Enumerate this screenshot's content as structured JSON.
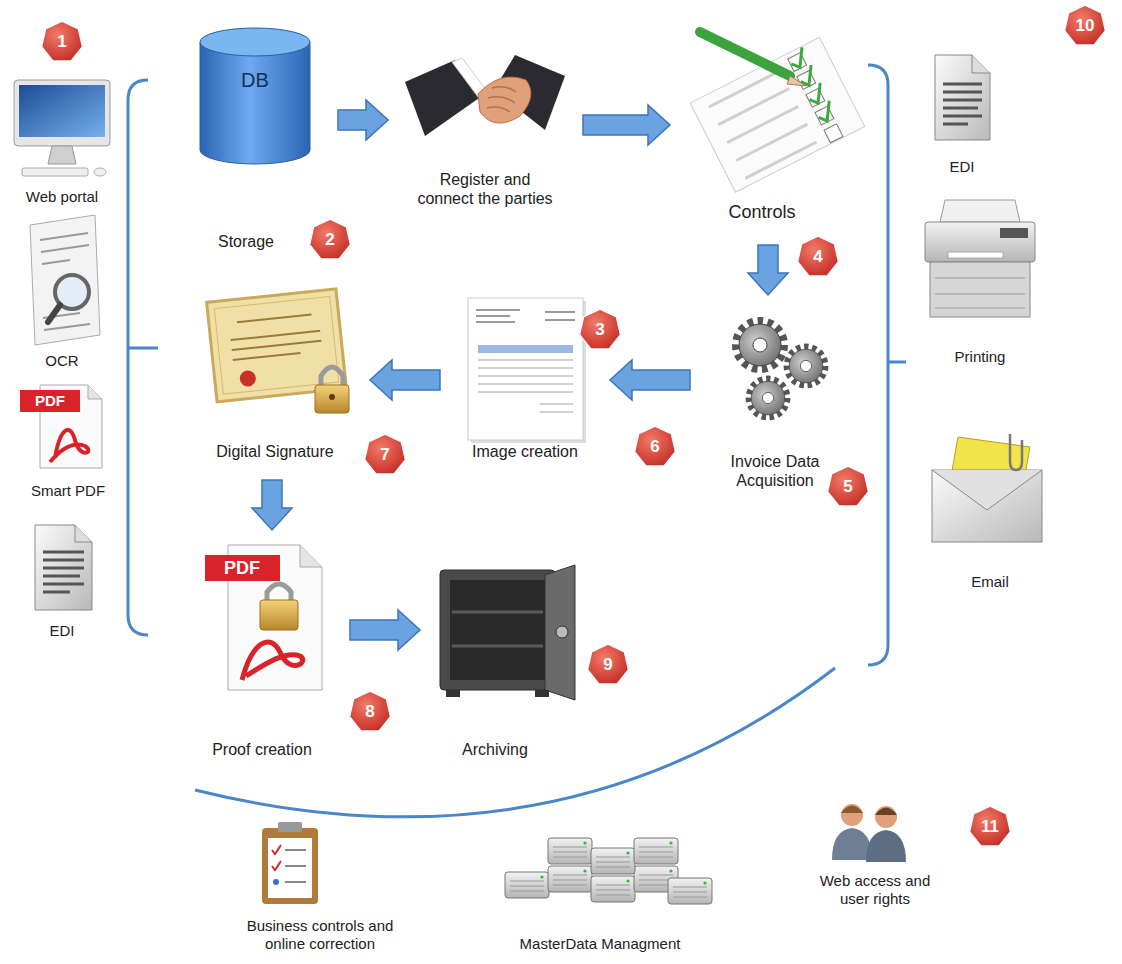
{
  "diagram": {
    "nodes": [
      {
        "text": [
          "DB",
          "Storage"
        ]
      },
      {
        "text": [
          "Register and connect the parties"
        ]
      },
      {
        "text": [
          "Controls"
        ]
      },
      {
        "text": [
          "Invoice Data Acquisition"
        ]
      },
      {
        "text": [
          "Image creation"
        ]
      },
      {
        "text": [
          "Digital Signature"
        ]
      },
      {
        "text": [
          "Proof creation"
        ]
      },
      {
        "text": [
          "Archiving"
        ]
      }
    ],
    "edges": [
      {
        "from": 0,
        "to": 1,
        "arrow": "to"
      },
      {
        "from": 1,
        "to": 2,
        "arrow": "to"
      },
      {
        "from": 2,
        "to": 3,
        "arrow": "to"
      },
      {
        "from": 3,
        "to": 4,
        "arrow": "to"
      },
      {
        "from": 4,
        "to": 5,
        "arrow": "to"
      },
      {
        "from": 5,
        "to": 6,
        "arrow": "to"
      },
      {
        "from": 6,
        "to": 7,
        "arrow": "to"
      }
    ],
    "labels": [
      "1",
      "Web portal",
      "OCR",
      "PDF",
      "Smart PDF",
      "EDI",
      "2",
      "3",
      "4",
      "5",
      "6",
      "7",
      "PDF",
      "8",
      "9",
      "10",
      "EDI",
      "Printing",
      "Email",
      "11",
      "Business controls and online correction",
      "MasterData Managment",
      "Web access and user rights"
    ]
  }
}
